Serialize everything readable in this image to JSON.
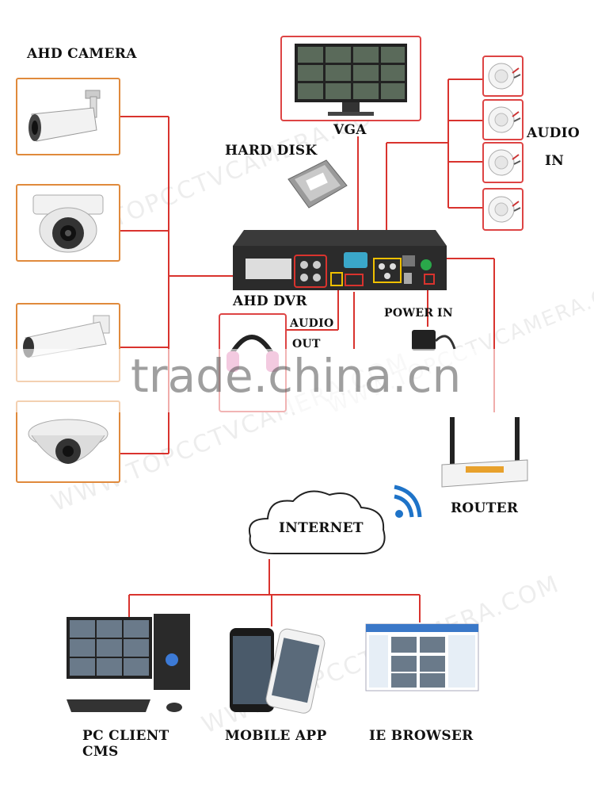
{
  "labels": {
    "ahd_camera": "AHD CAMERA",
    "vga": "VGA",
    "hard_disk": "HARD DISK",
    "audio_in_1": "AUDIO",
    "audio_in_2": "IN",
    "ahd_dvr": "AHD DVR",
    "audio_out_1": "AUDIO",
    "audio_out_2": "OUT",
    "power": "POWER",
    "power_in": "IN",
    "router": "ROUTER",
    "internet": "INTERNET",
    "pc_client_1": "PC CLIENT",
    "pc_client_2": "CMS",
    "mobile_app": "MOBILE APP",
    "ie_browser": "IE BROWSER"
  },
  "watermarks": {
    "site": "WWW.TOPCCTVCAMERA.COM",
    "trade": "trade.china.cn"
  },
  "colors": {
    "wire": "#d9332e",
    "camera_border": "#e08a3c",
    "device_border": "#d44444",
    "dvr_body": "#2b2b2b"
  }
}
